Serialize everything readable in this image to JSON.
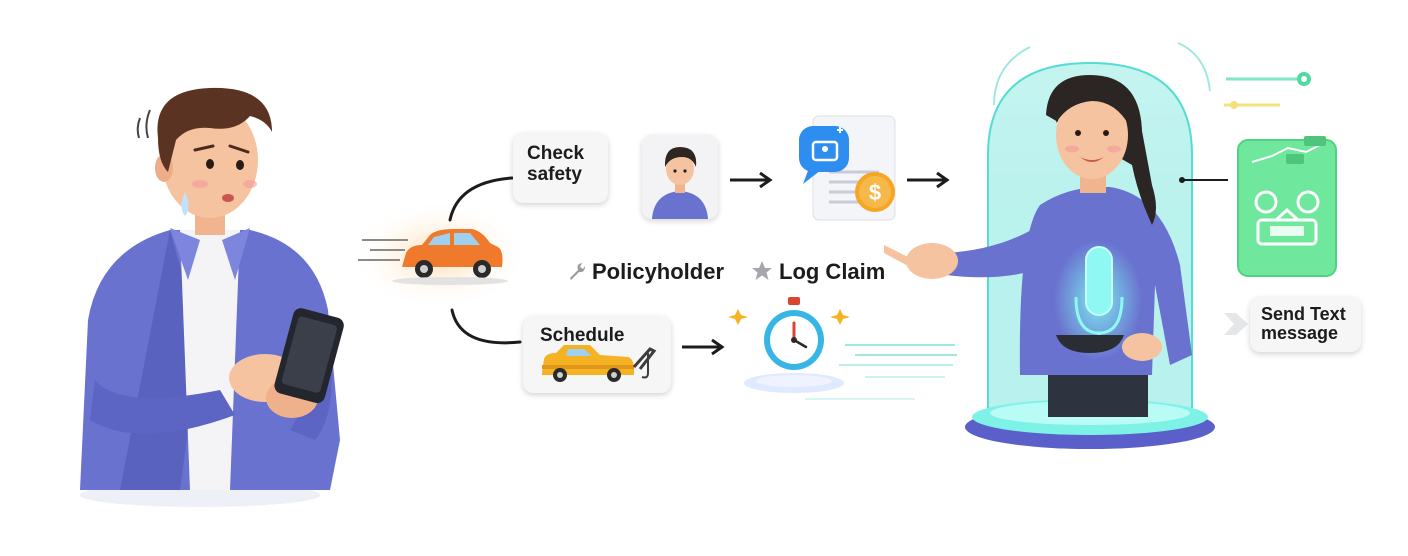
{
  "labels": {
    "check_safety": "Check safety",
    "schedule": "Schedule",
    "policyholder": "Policyholder",
    "log_claim": "Log Claim",
    "send_text_message": "Send Text message"
  },
  "colors": {
    "shirt_purple": "#6a72cf",
    "accent_teal": "#45e0d6",
    "car_orange": "#f07a2c",
    "coin_gold": "#f5a623",
    "chat_blue": "#2d8ef0",
    "glow_orange": "#ffd9a8"
  },
  "icons": [
    "stressed-man-with-phone",
    "speeding-car-icon",
    "person-avatar-icon",
    "document-chat-coin-icon",
    "tow-truck-icon",
    "stopwatch-icon",
    "wrench-icon",
    "star-icon",
    "ai-agent-woman-in-hologram",
    "microphone-icon",
    "robot-screen-icon",
    "chevron-right-icon"
  ]
}
